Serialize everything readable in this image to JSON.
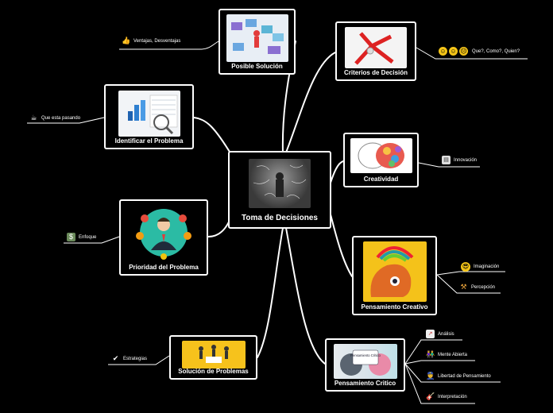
{
  "central": {
    "title": "Toma de Decisiones"
  },
  "branches": {
    "posible_solucion": {
      "title": "Posible Solución",
      "leaves": [
        {
          "label": "Ventajas, Desventajas",
          "icon": "thumbs-up-down-icon"
        }
      ]
    },
    "identificar_problema": {
      "title": "Identificar el Problema",
      "leaves": [
        {
          "label": "Que esta pasando",
          "icon": "coffee-icon"
        }
      ]
    },
    "prioridad_problema": {
      "title": "Prioridad del Problema",
      "leaves": [
        {
          "label": "Enfoque",
          "icon": "money-bag-icon"
        }
      ]
    },
    "solucion_problemas": {
      "title": "Solución de Problemas",
      "leaves": [
        {
          "label": "Estrategias",
          "icon": "check-icon"
        }
      ]
    },
    "criterios_decision": {
      "title": "Criterios de Decisión",
      "leaves": [
        {
          "label": "Que?, Como?, Quien?",
          "icon": "emoji-faces-icon"
        }
      ]
    },
    "creatividad": {
      "title": "Creatividad",
      "leaves": [
        {
          "label": "Innovación",
          "icon": "document-icon"
        }
      ]
    },
    "pensamiento_creativo": {
      "title": "Pensamiento Creativo",
      "leaves": [
        {
          "label": "Imaginación",
          "icon": "sunglasses-icon"
        },
        {
          "label": "Percepción",
          "icon": "hammer-icon"
        }
      ]
    },
    "pensamiento_critico": {
      "title": "Pensamiento Critico",
      "image_text": "Pensamiento Crítico",
      "leaves": [
        {
          "label": "Análisis",
          "icon": "chart-icon"
        },
        {
          "label": "Mente Abierta",
          "icon": "people-icon"
        },
        {
          "label": "Libertad de Pensamiento",
          "icon": "police-icon"
        },
        {
          "label": "Interpretación",
          "icon": "guitar-icon"
        }
      ]
    }
  },
  "colors": {
    "background": "#000000",
    "lines": "#ffffff",
    "node_border": "#ffffff"
  }
}
